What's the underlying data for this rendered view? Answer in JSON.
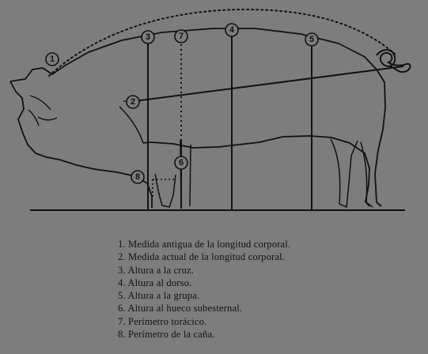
{
  "diagram": {
    "markers": [
      "1",
      "2",
      "3",
      "7",
      "4",
      "5",
      "6",
      "8"
    ]
  },
  "legend": {
    "items": [
      "1. Medida antigua de  la longitud corporal.",
      "2. Medida actual de la longitud corporal.",
      "3. Altura a la cruz.",
      "4. Altura al dorso.",
      "5. Altura a la grupa.",
      "6. Altura al hueco subesternal.",
      "7. Perímetro torácico.",
      "8. Perímetro de la caña."
    ]
  }
}
